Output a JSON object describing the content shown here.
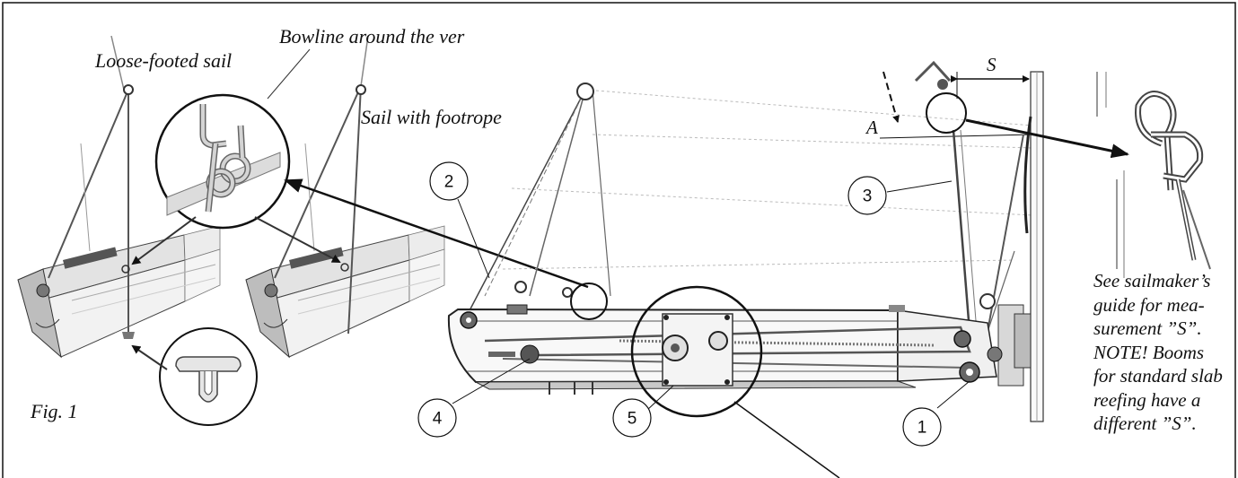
{
  "labels": {
    "loose_footed": "Loose-footed sail",
    "bowline": "Bowline around the ver",
    "footrope": "Sail with footrope",
    "fig": "Fig. 1",
    "letter_a": "A",
    "letter_s": "S"
  },
  "callouts": [
    "1",
    "2",
    "3",
    "4",
    "5"
  ],
  "note": "See sailmaker’s\nguide for mea-\nsurement ”S”.\nNOTE! Booms\nfor standard slab\nreefing have a\ndifferent ”S”."
}
